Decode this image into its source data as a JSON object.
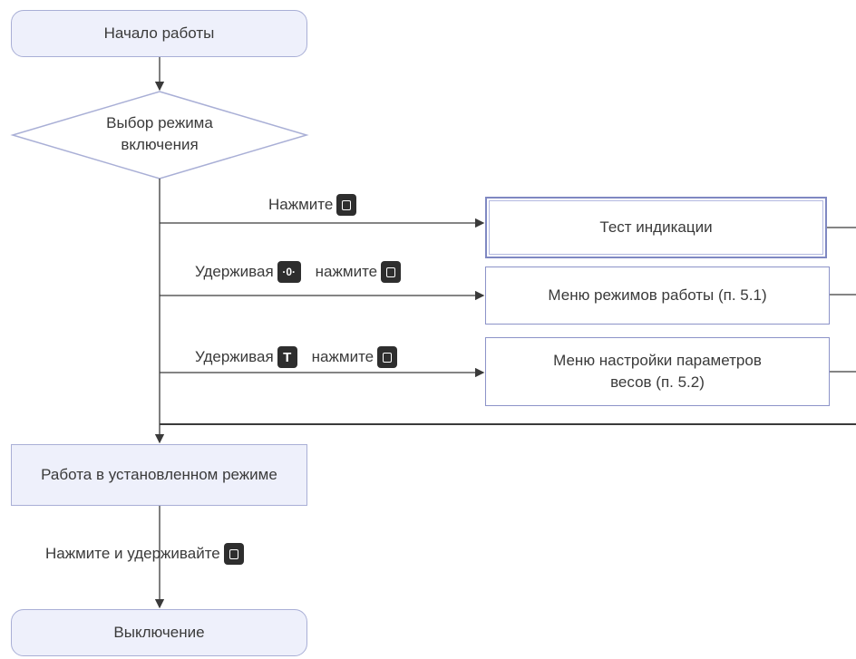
{
  "nodes": {
    "start": "Начало работы",
    "decision": "Выбор режима включения",
    "test": "Тест индикации",
    "menu_modes": "Меню режимов работы (п. 5.1)",
    "menu_params": "Меню настройки параметров весов (п. 5.2)",
    "work": "Работа в установленном режиме",
    "off": "Выключение"
  },
  "labels": {
    "press": "Нажмите",
    "hold1": "Удерживая",
    "press1": "нажмите",
    "hold2": "Удерживая",
    "press2": "нажмите",
    "press_hold": "Нажмите и удерживайте"
  },
  "keys": {
    "zero_key": "→0←",
    "tare_key": "T",
    "power_key": "power-key"
  },
  "colors": {
    "box_fill": "#eef0fb",
    "box_border": "#a9afd6",
    "line": "#3a3a3a",
    "key_fill": "#2e2e2e"
  }
}
